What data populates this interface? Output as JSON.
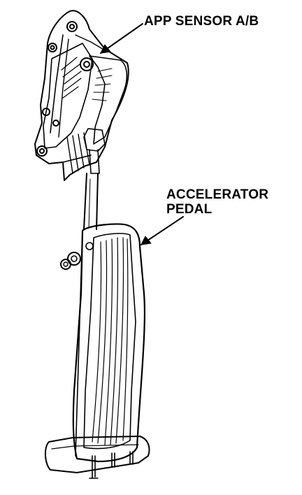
{
  "callouts": {
    "app_sensor": "APP SENSOR A/B",
    "accelerator_line1": "ACCELERATOR",
    "accelerator_line2": "PEDAL"
  },
  "colors": {
    "ink": "#000000",
    "paper": "#ffffff"
  }
}
